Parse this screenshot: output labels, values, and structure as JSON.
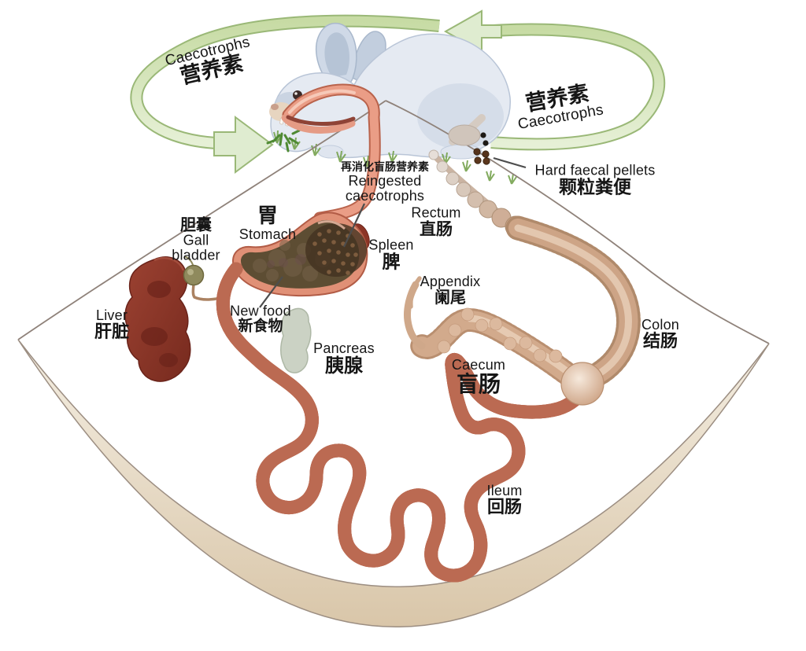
{
  "title": "Rabbit digestive system and caecotrophy cycle diagram",
  "colors": {
    "arrow_green_fill": "#d9e8c2",
    "arrow_green_edge": "#9ab877",
    "rabbit_body": "#e5eaf2",
    "rabbit_shade": "#c3cedd",
    "intestine_pink": "#ec9f88",
    "intestine_edge": "#bb6a52",
    "stomach_wall": "#e09076",
    "stomach_content": "#5d4d33",
    "liver_red": "#8c3226",
    "gall_olive": "#8f8a5d",
    "pancreas_grey": "#cbd2c4",
    "caecum_tan": "#d2aa8c",
    "colon_tan": "#cda486",
    "pellet_brown": "#55331c",
    "disc_rim": "#e7d9c3",
    "outline_grey": "#8f827a",
    "text": "#161616"
  },
  "cycle": {
    "left": {
      "en": "Caecotrophs",
      "zh": "营养素"
    },
    "right": {
      "zh": "营养素",
      "en": "Caecotrophs"
    }
  },
  "labels": {
    "reingested": {
      "zh": "再消化盲肠营养素",
      "en1": "Reingested",
      "en2": "caecotrophs"
    },
    "hard_pellets": {
      "en": "Hard faecal pellets",
      "zh": "颗粒粪便"
    },
    "rectum": {
      "en": "Rectum",
      "zh": "直肠"
    },
    "stomach": {
      "zh": "胃",
      "en": "Stomach"
    },
    "gall_bladder": {
      "zh": "胆囊",
      "en1": "Gall",
      "en2": "bladder"
    },
    "spleen": {
      "en": "Spleen",
      "zh": "脾"
    },
    "liver": {
      "en": "Liver",
      "zh": "肝脏"
    },
    "new_food": {
      "en": "New food",
      "zh": "新食物"
    },
    "pancreas": {
      "en": "Pancreas",
      "zh": "胰腺"
    },
    "appendix": {
      "en": "Appendix",
      "zh": "阑尾"
    },
    "caecum": {
      "en": "Caecum",
      "zh": "盲肠"
    },
    "colon": {
      "en": "Colon",
      "zh": "结肠"
    },
    "ileum": {
      "en": "Ileum",
      "zh": "回肠"
    }
  }
}
